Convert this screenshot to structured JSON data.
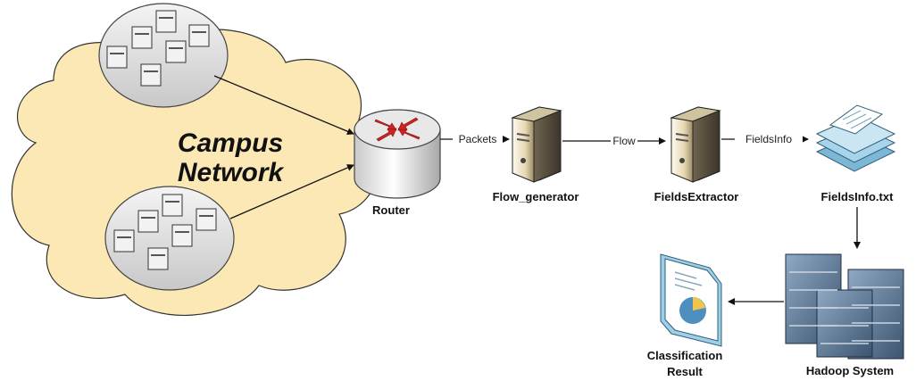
{
  "cloud": {
    "line1": "Campus",
    "line2": "Network"
  },
  "nodes": {
    "router": "Router",
    "flow_generator": "Flow_generator",
    "fields_extractor": "FieldsExtractor",
    "fields_info": "FieldsInfo.txt",
    "hadoop": "Hadoop System",
    "result_line1": "Classification",
    "result_line2": "Result"
  },
  "edges": {
    "packets": "Packets",
    "flow": "Flow",
    "fields_info": "FieldsInfo"
  },
  "colors": {
    "cloud_fill": "#fbe8b4",
    "server_body": "#e9dcb8",
    "router_arrow": "#d42020",
    "doc_blue": "#8fc6e0",
    "hadoop_blue": "#4a6e8e"
  }
}
